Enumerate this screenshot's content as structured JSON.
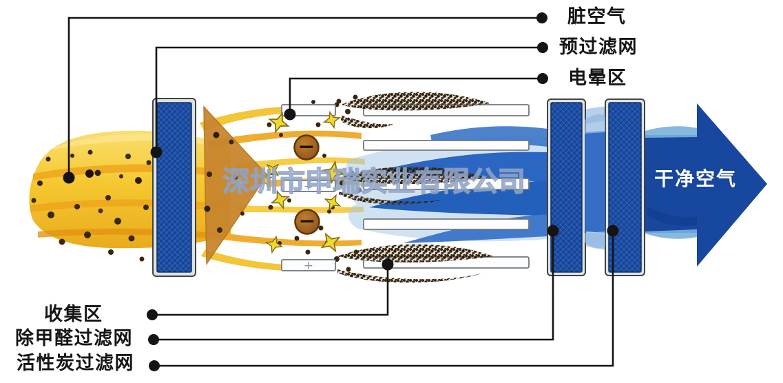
{
  "diagram": {
    "title_watermark": "深圳市申瑞实业有限公司",
    "callouts_top": [
      {
        "id": "dirty-air",
        "label": "脏空气"
      },
      {
        "id": "pre-filter",
        "label": "预过滤网"
      },
      {
        "id": "corona-area",
        "label": "电晕区"
      }
    ],
    "callouts_bottom": [
      {
        "id": "collection-area",
        "label": "收集区"
      },
      {
        "id": "formaldehyde-filter",
        "label": "除甲醛过滤网"
      },
      {
        "id": "activated-carbon-filter",
        "label": "活性炭过滤网"
      }
    ],
    "flow_labels": {
      "clean_air": "干净空气"
    },
    "symbols": {
      "negative": "−",
      "positive": "+"
    },
    "colors": {
      "dirty_air_yellow": "#f2c233",
      "dirty_arrow_orange": "#c8862d",
      "filter_panel_blue": "#1d4fa4",
      "panel_frame_silver": "#dfe3e0",
      "clean_air_blue": "#2a66c2",
      "big_arrow_blue": "#17479e",
      "corona_electrode_brown": "#9d5d20",
      "spark_yellow": "#f0d830",
      "particle_brown": "#38260f",
      "callout_line_black": "#141414",
      "clean_air_text": "#ffffff"
    }
  }
}
